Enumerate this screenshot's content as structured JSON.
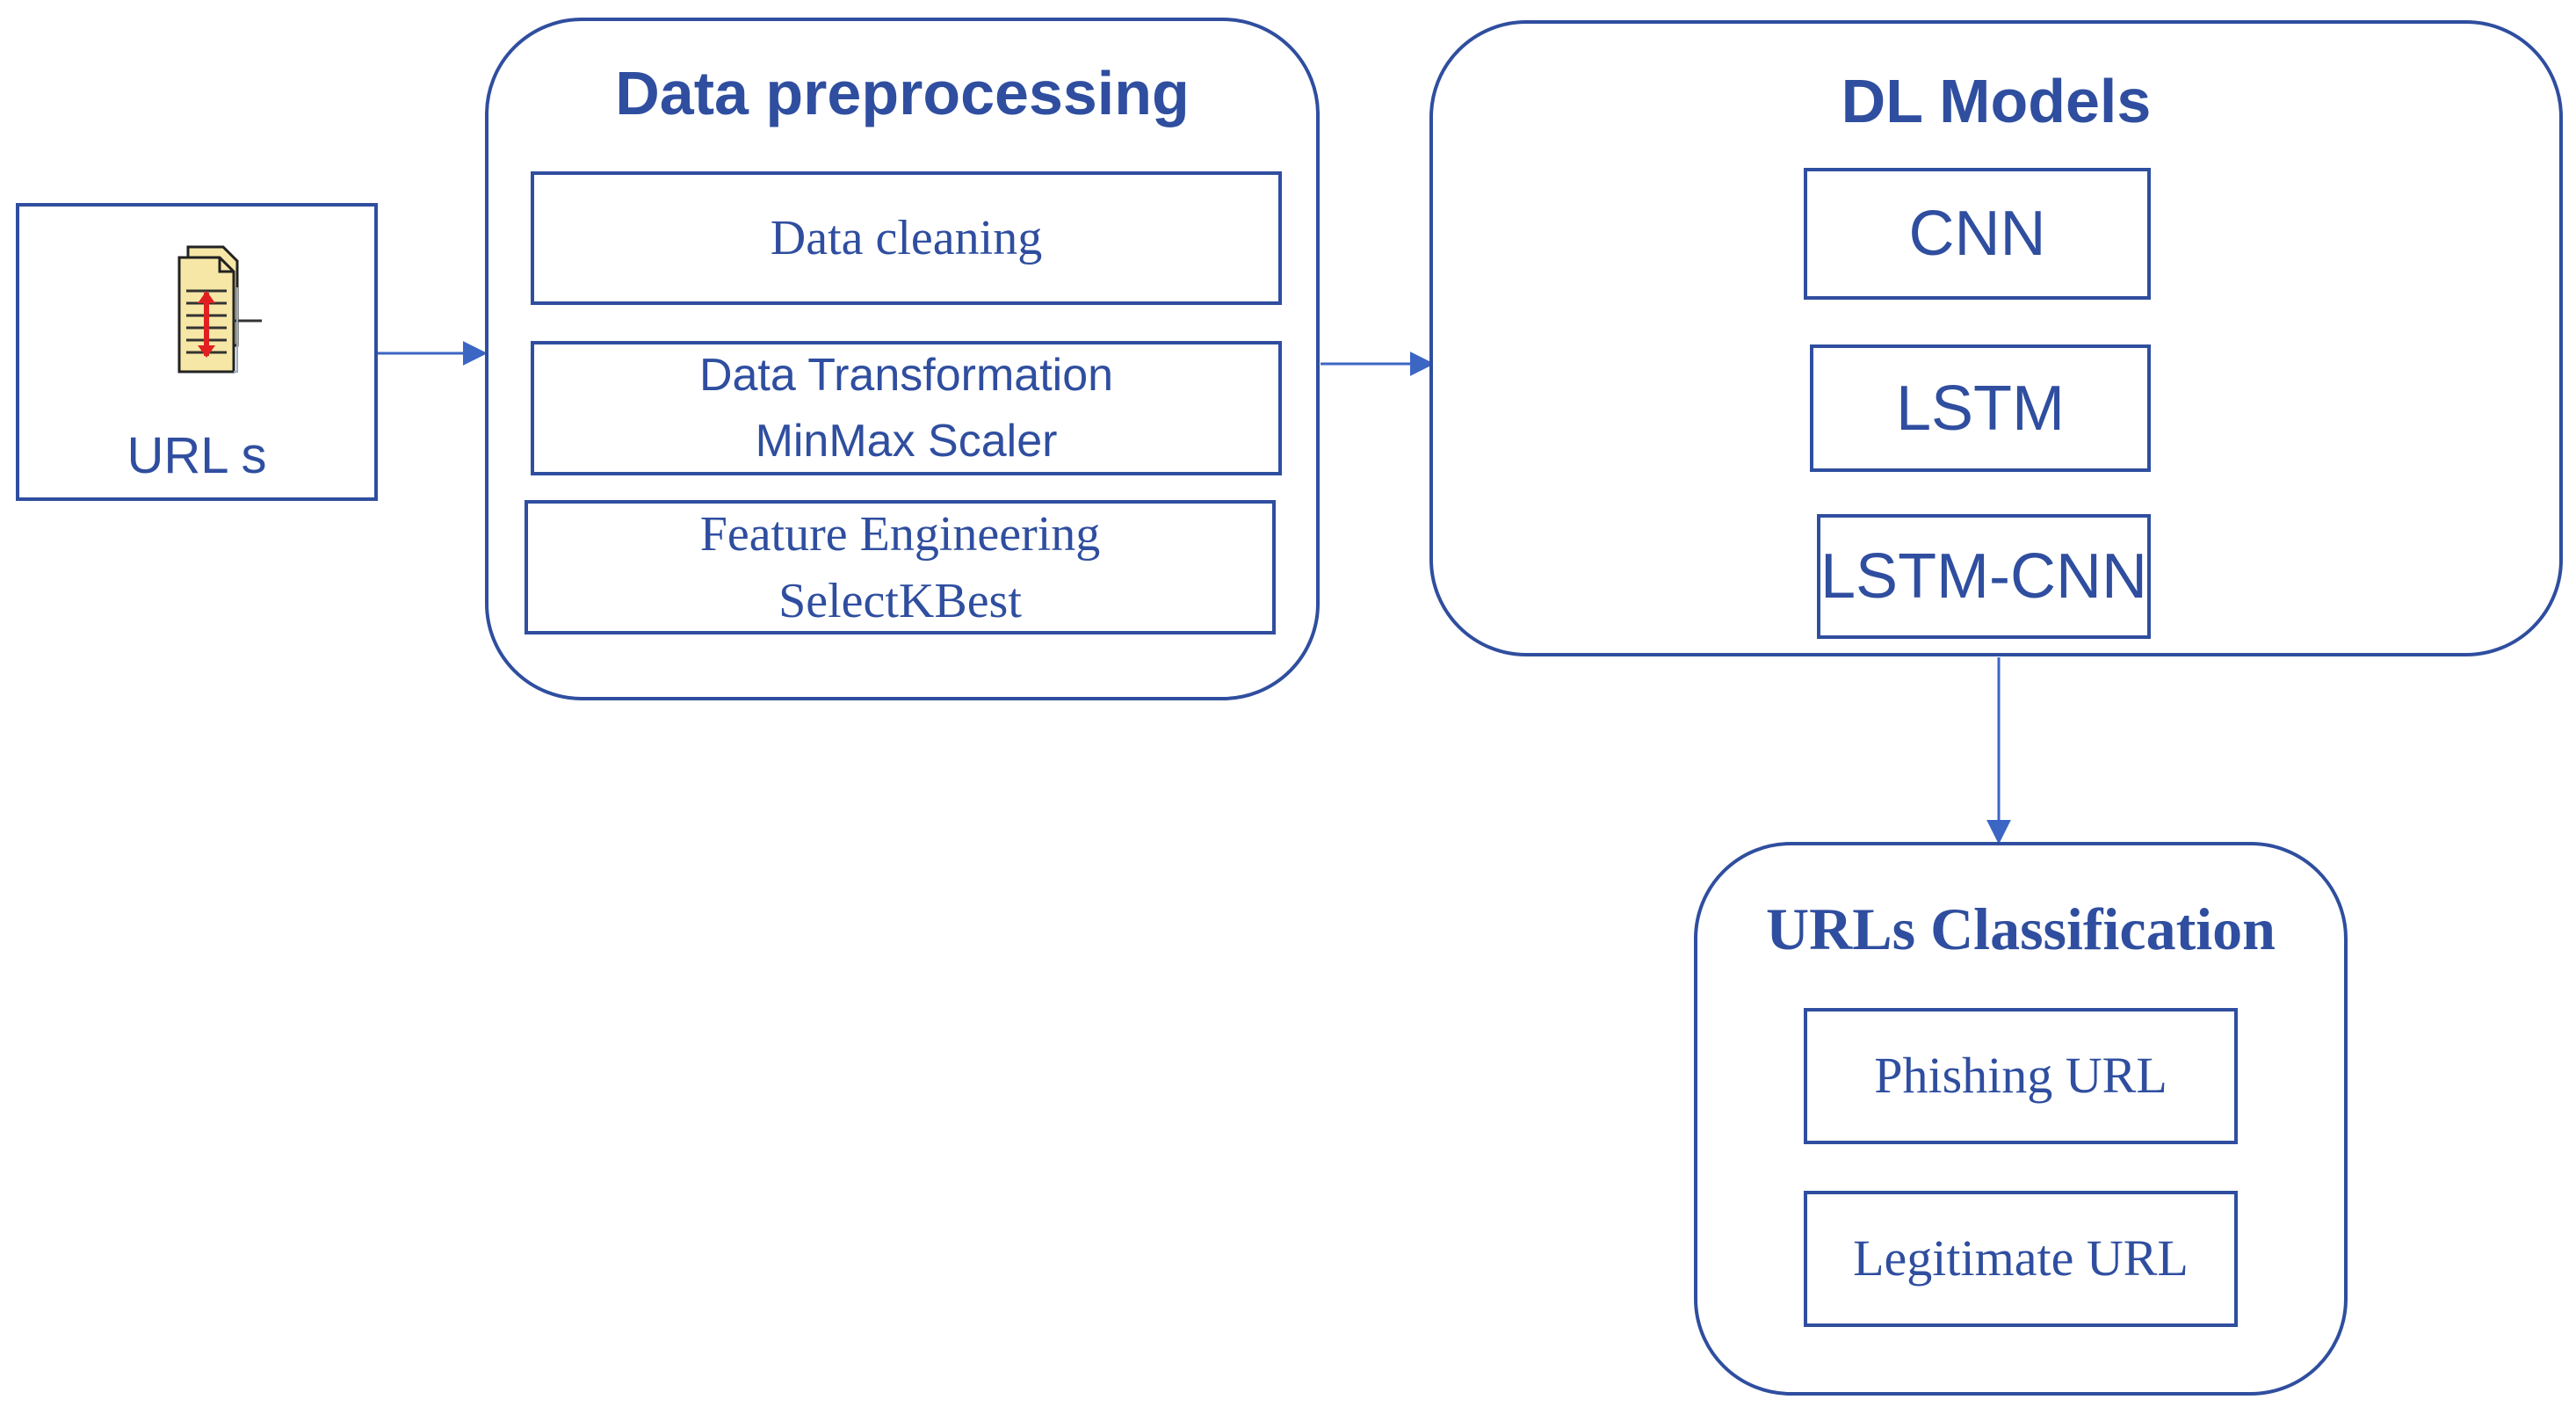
{
  "input": {
    "label": "URL s",
    "icon": "document-icon"
  },
  "preprocessing": {
    "title": "Data preprocessing",
    "steps": [
      {
        "line1": "Data cleaning",
        "line2": ""
      },
      {
        "line1": "Data Transformation",
        "line2": "MinMax Scaler"
      },
      {
        "line1": "Feature Engineering",
        "line2": "SelectKBest"
      }
    ]
  },
  "models": {
    "title": "DL Models",
    "items": [
      "CNN",
      "LSTM",
      "LSTM-CNN"
    ]
  },
  "classification": {
    "title": "URLs Classification",
    "items": [
      "Phishing URL",
      "Legitimate URL"
    ]
  },
  "colors": {
    "stroke": "#2F4E9F",
    "icon_paper": "#F7E7A6",
    "icon_arrow": "#E02020"
  }
}
